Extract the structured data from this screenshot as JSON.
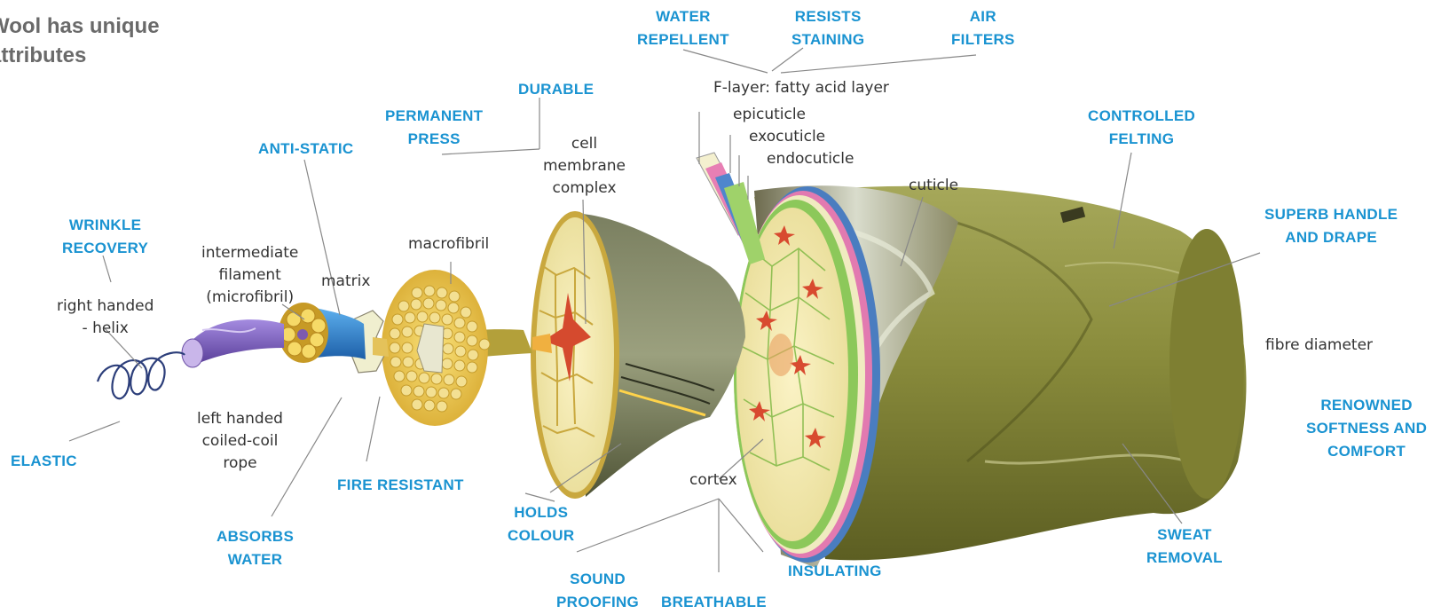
{
  "title": [
    "Wool has unique",
    "attributes"
  ],
  "attributes": {
    "water_repellent": [
      "WATER",
      "REPELLENT"
    ],
    "resists_staining": [
      "RESISTS",
      "STAINING"
    ],
    "air_filters": [
      "AIR",
      "FILTERS"
    ],
    "durable": [
      "DURABLE"
    ],
    "permanent_press": [
      "PERMANENT",
      "PRESS"
    ],
    "anti_static": [
      "ANTI-STATIC"
    ],
    "wrinkle_recovery": [
      "WRINKLE",
      "RECOVERY"
    ],
    "elastic": [
      "ELASTIC"
    ],
    "absorbs_water": [
      "ABSORBS",
      "WATER"
    ],
    "fire_resistant": [
      "FIRE RESISTANT"
    ],
    "holds_colour": [
      "HOLDS",
      "COLOUR"
    ],
    "sound_proofing": [
      "SOUND",
      "PROOFING"
    ],
    "breathable": [
      "BREATHABLE"
    ],
    "insulating": [
      "INSULATING"
    ],
    "controlled_felting": [
      "CONTROLLED",
      "FELTING"
    ],
    "superb_handle": [
      "SUPERB HANDLE",
      "AND DRAPE"
    ],
    "renowned_softness": [
      "RENOWNED",
      "SOFTNESS AND",
      "COMFORT"
    ],
    "sweat_removal": [
      "SWEAT",
      "REMOVAL"
    ]
  },
  "structures": {
    "f_layer": [
      "F-layer: fatty acid layer"
    ],
    "epicuticle": [
      "epicuticle"
    ],
    "exocuticle": [
      "exocuticle"
    ],
    "endocuticle": [
      "endocuticle"
    ],
    "cuticle": [
      "cuticle"
    ],
    "cell_membrane": [
      "cell",
      "membrane",
      "complex"
    ],
    "macrofibril": [
      "macrofibril"
    ],
    "intermediate_filament": [
      "intermediate",
      "filament",
      "(microfibril)"
    ],
    "matrix": [
      "matrix"
    ],
    "right_helix": [
      "right handed",
      "- helix"
    ],
    "left_coil": [
      "left handed",
      "coiled-coil",
      "rope"
    ],
    "cortex": [
      "cortex"
    ],
    "fibre_diameter": [
      "fibre diameter"
    ]
  },
  "colors": {
    "attribute_label": "#1a93d1",
    "structure_label": "#333333",
    "title": "#6a6a6a",
    "fibre_olive": "#8a8c3c",
    "cortex_cream": "#f4ecb8",
    "cell_red": "#d2472f",
    "helix_blue": "#2c3e7a",
    "filament_purple": "#7b5bb5",
    "matrix_blue": "#2f7fcf"
  }
}
